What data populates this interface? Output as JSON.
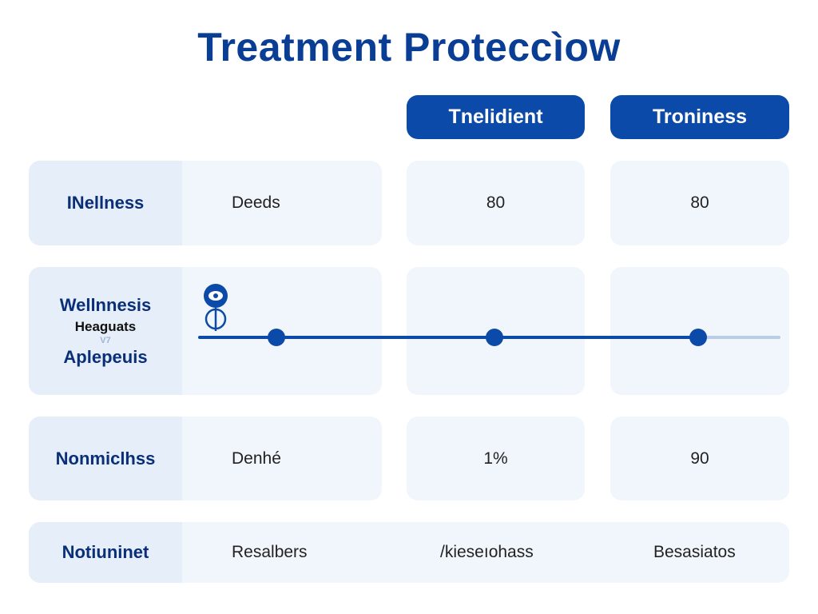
{
  "title": "Treatment Proteccìow",
  "columns": [
    "Tnelidient",
    "Troniness"
  ],
  "rows": [
    {
      "label": "INellness",
      "value": "Deeds",
      "col1": "80",
      "col2": "80"
    },
    {
      "label": "Wellnnesis",
      "sub": "Heaguats",
      "tiny": "V7",
      "label2": "Aplepeuis"
    },
    {
      "label": "Nonmiclhss",
      "value": "Denhé",
      "col1": "1%",
      "col2": "90"
    },
    {
      "label": "Notiuninet",
      "value": "Resalbers",
      "col1": "/kieseıohass",
      "col2": "Besasiatos"
    }
  ],
  "colors": {
    "primary": "#0b4aa8",
    "title": "#0a3d94",
    "cell_bg": "#f1f6fc",
    "label_bg": "#e6eef9"
  },
  "icons": [
    "location-pin-icon"
  ]
}
